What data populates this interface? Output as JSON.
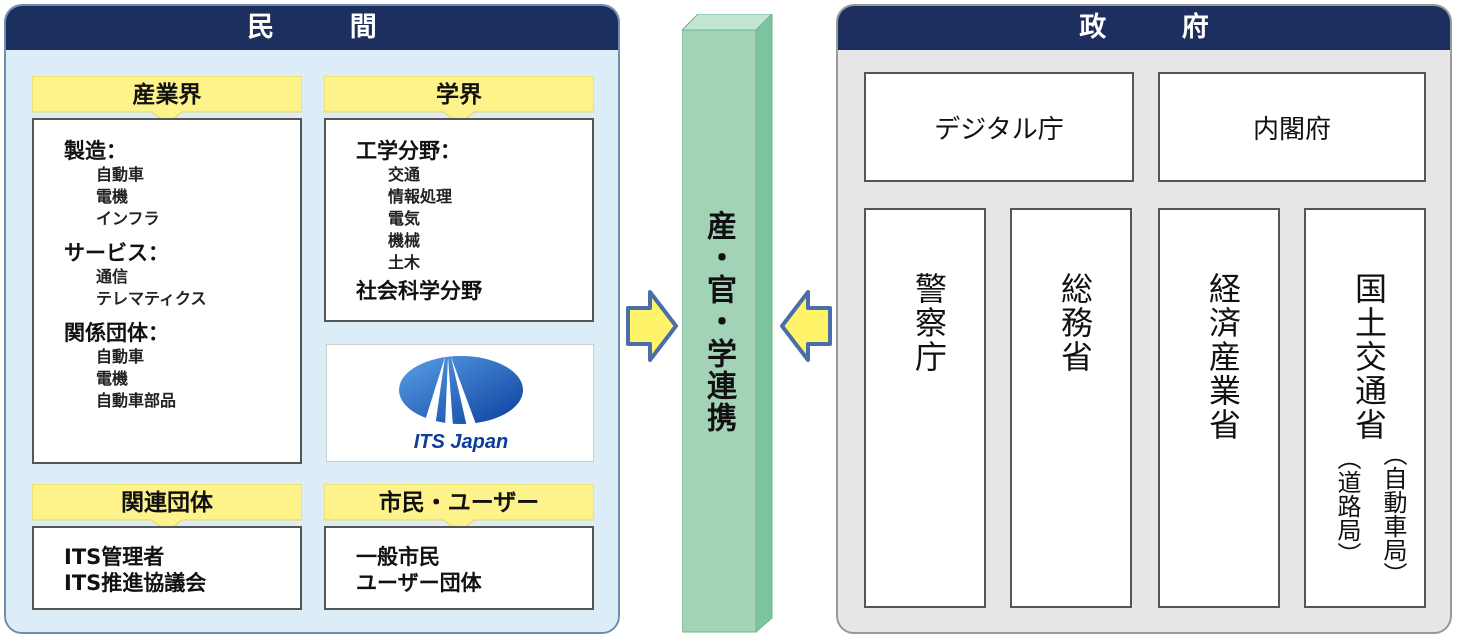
{
  "private": {
    "title": "民　間",
    "industry": {
      "label": "産業界",
      "groups": [
        {
          "heading": "製造：",
          "items": [
            "自動車",
            "電機",
            "インフラ"
          ]
        },
        {
          "heading": "サービス：",
          "items": [
            "通信",
            "テレマティクス"
          ]
        },
        {
          "heading": "関係団体：",
          "items": [
            "自動車",
            "電機",
            "自動車部品"
          ]
        }
      ]
    },
    "academia": {
      "label": "学界",
      "heading": "工学分野：",
      "items": [
        "交通",
        "情報処理",
        "電気",
        "機械",
        "土木"
      ],
      "extra": "社会科学分野"
    },
    "logo_text": "ITS Japan",
    "related": {
      "label": "関連団体",
      "items": [
        "ITS管理者",
        "ITS推進協議会"
      ]
    },
    "citizens": {
      "label": "市民・ユーザー",
      "items": [
        "一般市民",
        "ユーザー団体"
      ]
    }
  },
  "center": {
    "text": "産・官・学連携",
    "color": "#a3d3b7"
  },
  "government": {
    "title": "政　府",
    "top": [
      "デジタル庁",
      "内閣府"
    ],
    "columns": [
      "警察庁",
      "総務省",
      "経済産業省",
      "国土交通省"
    ],
    "mlit_sub": [
      "（自動車局）",
      "（道路局）"
    ]
  },
  "colors": {
    "navy": "#1c2f5e",
    "banner_yellow": "#fdf38a",
    "arrow_yellow": "#fff36a",
    "arrow_stroke": "#4a6ea8"
  }
}
